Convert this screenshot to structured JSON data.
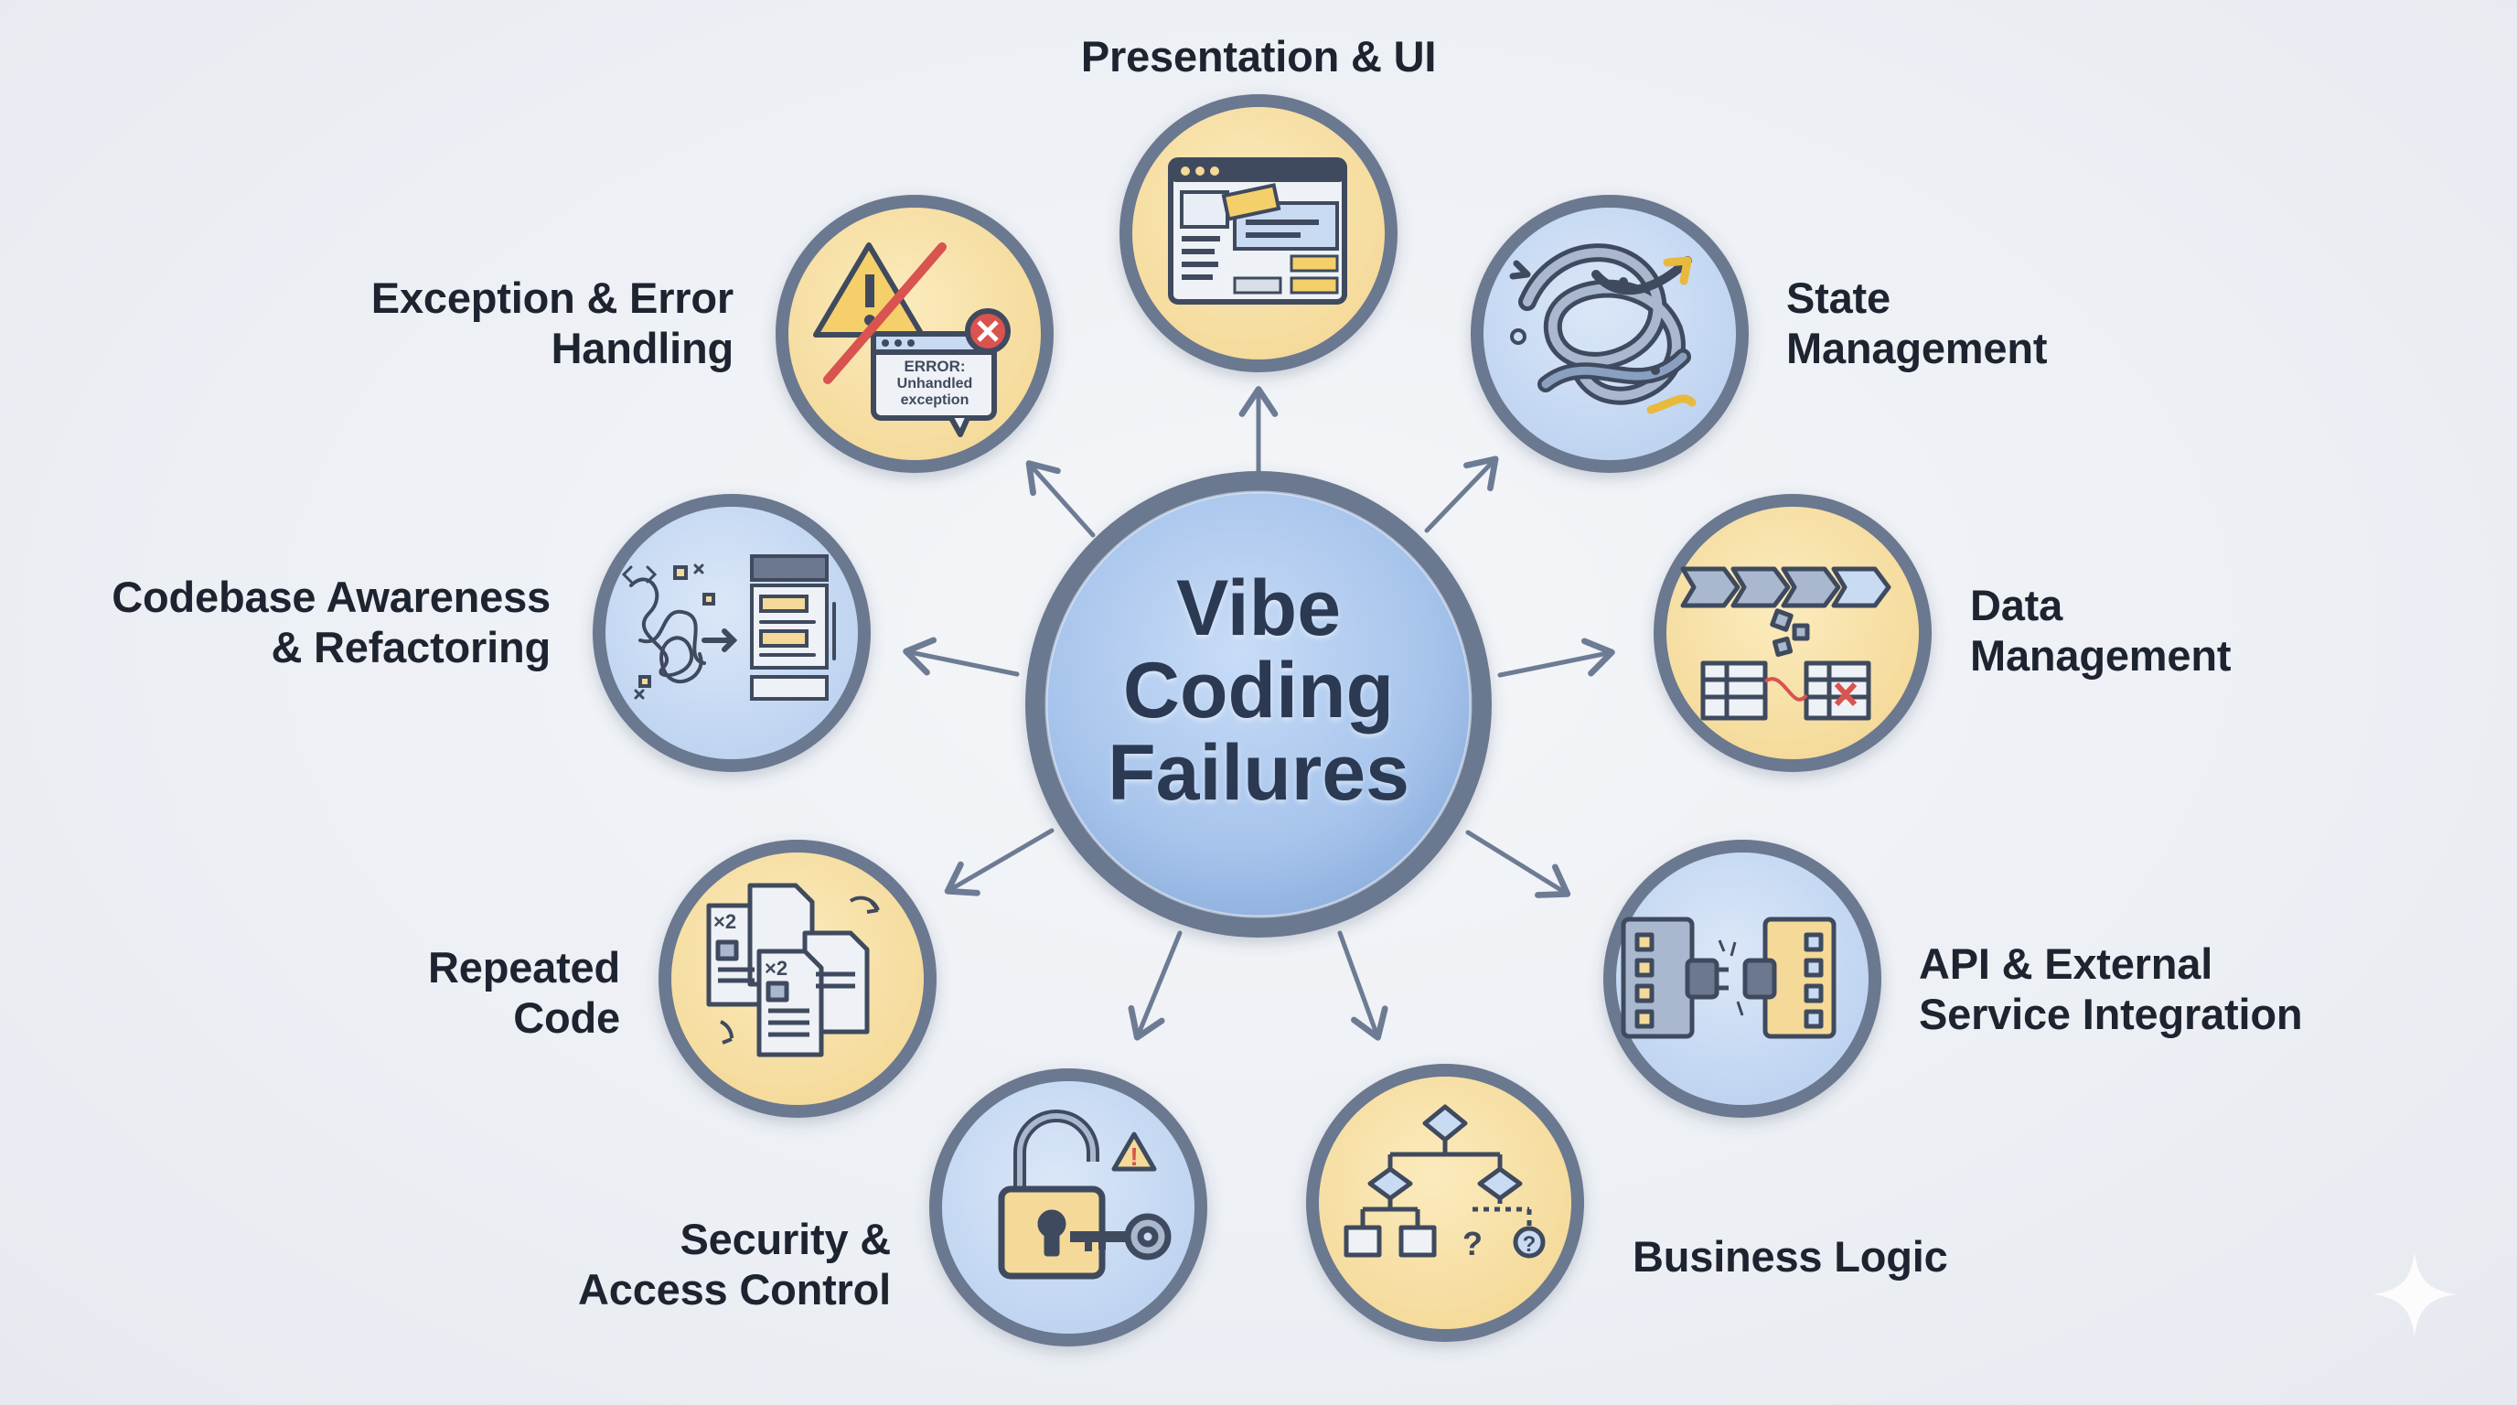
{
  "hub": {
    "line1": "Vibe",
    "line2": "Coding",
    "line3": "Failures"
  },
  "nodes": {
    "presentation": {
      "label": "Presentation & UI"
    },
    "state": {
      "line1": "State",
      "line2": "Management"
    },
    "data": {
      "line1": "Data",
      "line2": "Management"
    },
    "api": {
      "line1": "API & External",
      "line2": "Service Integration"
    },
    "business": {
      "label": "Business Logic"
    },
    "security": {
      "line1": "Security &",
      "line2": "Access Control"
    },
    "repeated": {
      "line1": "Repeated",
      "line2": "Code"
    },
    "codebase": {
      "line1": "Codebase Awareness",
      "line2": "& Refactoring"
    },
    "exception": {
      "line1": "Exception & Error",
      "line2": "Handling",
      "error_title": "ERROR:",
      "error_line1": "Unhandled",
      "error_line2": "exception"
    }
  },
  "icon_text": {
    "x2": "×2",
    "question": "?"
  },
  "colors": {
    "ring": "#6b7890",
    "yellow_fill": "#f7e2a6",
    "blue_fill": "#c9daf3",
    "hub_fill": "#a9c6ee",
    "arrow": "#6d7c94",
    "error_red": "#d9534f"
  }
}
